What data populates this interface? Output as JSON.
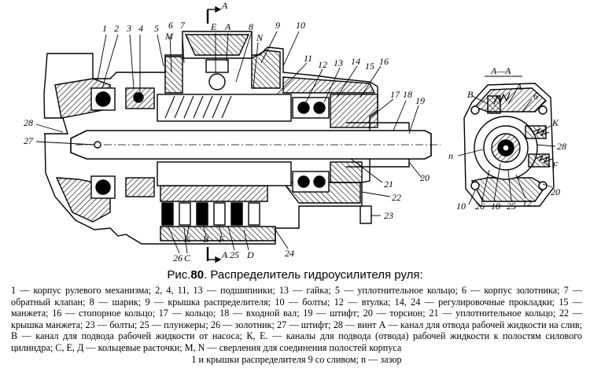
{
  "figure": {
    "number": "80",
    "prefix": "Рис.",
    "title": ". Распределитель гидроусилителя руля:"
  },
  "section_labels": {
    "cut_top": "A",
    "cut_bottom": "A",
    "section_view": "A—A"
  },
  "callouts_main": [
    "1",
    "2",
    "3",
    "4",
    "5",
    "M",
    "6",
    "7",
    "E",
    "A",
    "8",
    "N",
    "9",
    "10",
    "11",
    "12",
    "13",
    "14",
    "15",
    "16",
    "17",
    "18",
    "19",
    "28",
    "27",
    "21",
    "22",
    "23",
    "24",
    "20",
    "25",
    "D",
    "26",
    "C",
    "K",
    "B",
    "F"
  ],
  "callouts_section": [
    "B",
    "A",
    "6",
    "K",
    "28",
    "F",
    "20",
    "12",
    "25",
    "18",
    "26",
    "10",
    "n"
  ],
  "legend": [
    "1 — корпус рулевого механизма; 2, 4, 11, 13 — подшипники; 13 — гайка; 5 — уплотнительное кольцо; 6 — корпус золотника; 7 — обратный клапан; 8 — шарик; 9 — крышка распределителя; 10 — болты; 12 — втулка; 14, 24 — регулировочные прокладки; 15 — манжета; 16 — стопорное кольцо; 17 — кольцо; 18 — входной вал; 19 — штифт; 20 — торсион; 21 — уплотнительное кольцо; 22 — крышка манжета; 23 — болты; 25 — плунжеры; 26 — золотник; 27 — штифт; 28 — винт А — канал для отвода рабочей жидкости на слив; В — канал для подвода рабочей жидкости от насоса; К, Е. — каналы для подвода (отвода) рабочей жидкости к полостям силового цилиндра; С, Е, Д — кольцевые расточки; М, N — сверления для соединения полостей корпуса",
    "1 и крышки распределителя 9 со сливом; n — зазор"
  ]
}
